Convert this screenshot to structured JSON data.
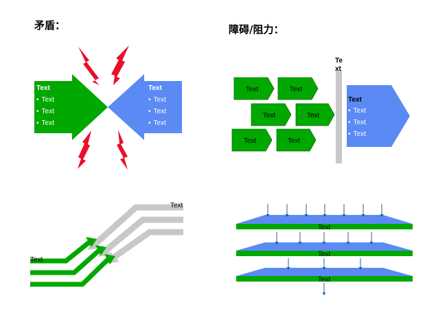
{
  "headings": {
    "contradiction": "矛盾：",
    "obstacle": "障碍/阻力："
  },
  "colors": {
    "green": "#00a800",
    "blue": "#5b8af5",
    "gray": "#c8c8c8",
    "red": "#e8102a",
    "dark_blue": "#1f5f9f"
  },
  "conflict": {
    "left_arrow": {
      "title": "Text",
      "bullets": [
        "Text",
        "Text",
        "Text"
      ]
    },
    "right_arrow": {
      "title": "Text",
      "bullets": [
        "Text",
        "Text",
        "Text"
      ]
    }
  },
  "barrier": {
    "small_arrows": [
      "Text",
      "Text",
      "Text",
      "Text",
      "Text",
      "Text"
    ],
    "wall_label": [
      "Te",
      "xt"
    ],
    "big_arrow": {
      "title": "Text",
      "bullets": [
        "Text",
        "Text",
        "Text"
      ]
    }
  },
  "merging": {
    "gray_label": "Text",
    "green_label": "Text"
  },
  "layers": {
    "labels": [
      "Text",
      "Text",
      "Text"
    ]
  }
}
